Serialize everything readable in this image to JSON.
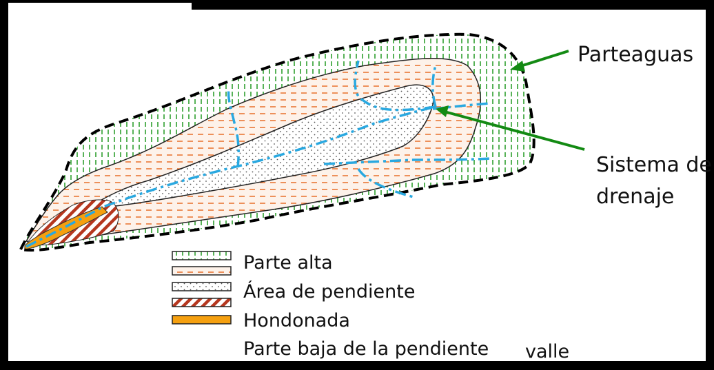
{
  "labels": {
    "watershed_divide": "Parteaguas",
    "drainage_line1": "Sistema de",
    "drainage_line2": "drenaje"
  },
  "legend": {
    "items": [
      {
        "label": "Parte alta",
        "pattern": "green-vertical-dashes"
      },
      {
        "label": "Área de pendiente",
        "pattern": "orange-horizontal-dashes"
      },
      {
        "label": "Hondonada",
        "pattern": "dots"
      },
      {
        "label": "Parte baja de la pendiente",
        "pattern": "red-diagonal-hatch"
      },
      {
        "label": "valle",
        "pattern": "solid-orange"
      }
    ]
  },
  "colors": {
    "upland_green": "#2e9e2e",
    "slope_orange": "#e8702a",
    "slope_fill": "#fbeee6",
    "hatch_red": "#b5371f",
    "valley_orange": "#f5a010",
    "drainage_blue": "#29a8e0",
    "arrow_green": "#138a13"
  }
}
